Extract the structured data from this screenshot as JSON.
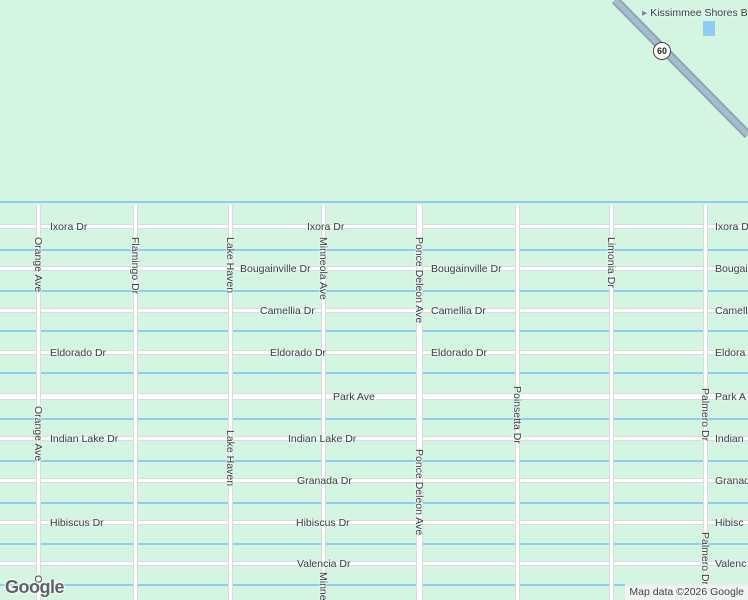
{
  "map": {
    "background": "#d4f5e2",
    "road_color": "#ffffff",
    "canal_color": "#8ecdf0",
    "highway_color": "#8fa5b6"
  },
  "labels": {
    "kissimmee_shores": "Kissimmee Shores B",
    "route_60": "60",
    "ixora_1": "Ixora Dr",
    "ixora_2": "Ixora Dr",
    "ixora_3": "Ixora D",
    "bougainville_1": "Bougainville Dr",
    "bougainville_2": "Bougainville Dr",
    "bougainville_3": "Bougai",
    "camellia_1": "Camellia Dr",
    "camellia_2": "Camellia Dr",
    "camellia_3": "Camell",
    "eldorado_1": "Eldorado Dr",
    "eldorado_2": "Eldorado Dr",
    "eldorado_3": "Eldorado Dr",
    "eldorado_4": "Eldora",
    "park_1": "Park Ave",
    "park_2": "Park A",
    "indian_lake_1": "Indian Lake Dr",
    "indian_lake_2": "Indian Lake Dr",
    "indian_lake_3": "Indian",
    "granada_1": "Granada Dr",
    "granada_2": "Granad",
    "hibiscus_1": "Hibiscus Dr",
    "hibiscus_2": "Hibiscus Dr",
    "hibiscus_3": "Hibisc",
    "valencia_1": "Valencia Dr",
    "valencia_2": "Valenc",
    "orange_1": "Orange Ave",
    "orange_2": "Orange Ave",
    "orange_3": "O",
    "flamingo": "Flamingo Dr",
    "lake_haven_1": "Lake Haven",
    "lake_haven_2": "Lake Haven",
    "minneola_1": "Minneola Ave",
    "minneola_2": "Minne",
    "ponce_1": "Ponce Deleon Ave",
    "ponce_2": "Ponce Deleon Ave",
    "poinsetta": "Poinsetta Dr",
    "limonia": "Limonia Dr",
    "palmero_1": "Palmero Dr",
    "palmero_2": "Palmero Dr"
  },
  "footer": {
    "logo": "Google",
    "attribution": "Map data ©2026 Google"
  }
}
